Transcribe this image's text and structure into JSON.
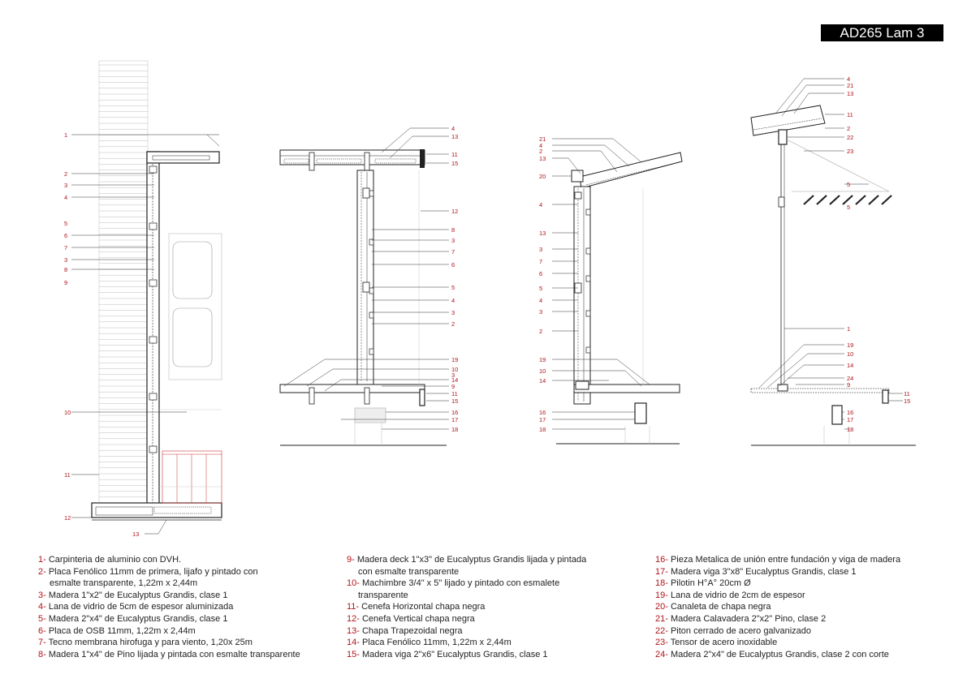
{
  "sheet_title": "AD265 Lam 3",
  "detail_a": {
    "callouts_left": [
      "1",
      "2",
      "3",
      "4",
      "5",
      "6",
      "7",
      "3",
      "8",
      "9",
      "10",
      "11",
      "12"
    ],
    "callout_bottom": "13"
  },
  "detail_b": {
    "top_labels": [
      "4",
      "13",
      "11",
      "15",
      "12"
    ],
    "mid_labels": [
      "8",
      "3",
      "7",
      "6",
      "5",
      "4",
      "3",
      "2"
    ],
    "bottom_labels": [
      "19",
      "10",
      "3",
      "14",
      "9",
      "11",
      "15",
      "16",
      "17",
      "18"
    ]
  },
  "detail_c": {
    "left_labels": [
      "21",
      "4",
      "2",
      "13",
      "20",
      "4",
      "13",
      "3",
      "7",
      "6",
      "5",
      "4",
      "3",
      "2",
      "19",
      "10",
      "14",
      "16",
      "17",
      "18"
    ]
  },
  "detail_d": {
    "right_labels": [
      "4",
      "21",
      "13",
      "11",
      "2",
      "22",
      "23",
      "5",
      "5",
      "1",
      "19",
      "10",
      "14",
      "24",
      "9",
      "11",
      "15",
      "16",
      "17",
      "18"
    ]
  },
  "legend": [
    {
      "num": "1-",
      "text": "Carpinteria de aluminio con DVH."
    },
    {
      "num": "2-",
      "text": "Placa Fenólico 11mm de primera, lijafo y pintado con",
      "cont": "esmalte transparente, 1,22m x 2,44m"
    },
    {
      "num": "3-",
      "text": "Madera 1\"x2\" de Eucalyptus Grandis,  clase 1"
    },
    {
      "num": "4-",
      "text": "Lana de vidrio de 5cm de espesor aluminizada"
    },
    {
      "num": "5-",
      "text": "Madera 2\"x4\" de Eucalyptus Grandis, clase 1"
    },
    {
      "num": "6-",
      "text": "Placa de OSB 11mm, 1,22m x 2,44m"
    },
    {
      "num": "7-",
      "text": "Tecno membrana hirofuga y para viento, 1,20x 25m"
    },
    {
      "num": "8-",
      "text": "Madera 1\"x4\" de Pino lijada y pintada con esmalte transparente"
    },
    {
      "num": "9-",
      "text": "Madera deck 1\"x3\"  de Eucalyptus Grandis lijada y pintada",
      "cont": "con esmalte transparente"
    },
    {
      "num": "10-",
      "text": "Machimbre 3/4\" x 5\" lijado y pintado con esmalete",
      "cont": "transparente"
    },
    {
      "num": "11-",
      "text": "Cenefa Horizontal chapa negra"
    },
    {
      "num": "12-",
      "text": "Cenefa Vertical chapa negra"
    },
    {
      "num": "13-",
      "text": "Chapa Trapezoidal negra"
    },
    {
      "num": "14-",
      "text": "Placa Fenólico 11mm, 1,22m x 2,44m"
    },
    {
      "num": "15-",
      "text": "Madera viga 2\"x6\" Eucalyptus Grandis,  clase 1"
    },
    {
      "num": "16-",
      "text": "Pieza Metalica de unión entre fundación y viga de madera"
    },
    {
      "num": "17-",
      "text": "Madera viga 3\"x8\" Eucalyptus Grandis,  clase 1"
    },
    {
      "num": "18-",
      "text": "Pilotin H°A° 20cm Ø"
    },
    {
      "num": "19-",
      "text": "Lana de vidrio de 2cm de espesor"
    },
    {
      "num": "20-",
      "text": "Canaleta de chapa negra"
    },
    {
      "num": "21-",
      "text": "Madera Calavadera 2\"x2\" Pino, clase 2"
    },
    {
      "num": "22-",
      "text": "Piton cerrado de acero galvanizado"
    },
    {
      "num": "23-",
      "text": "Tensor de acero inoxidable"
    },
    {
      "num": "24-",
      "text": "Madera 2\"x4\" de Eucalyptus Grandis, clase 2 con corte"
    }
  ],
  "colors": {
    "label_red": "#b0141b",
    "line": "#222222",
    "thin": "#999999"
  }
}
